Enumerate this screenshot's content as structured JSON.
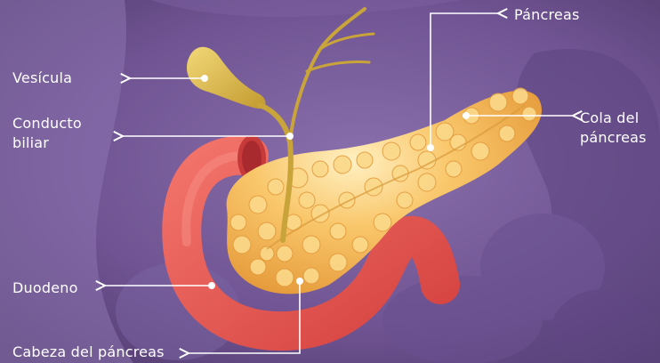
{
  "labels": {
    "pancreas": "Páncreas",
    "gallbladder": "Vesícula",
    "bile_duct": "Conducto\nbiliar",
    "tail": "Cola del\npáncreas",
    "duodenum": "Duodeno",
    "head": "Cabeza del páncreas"
  },
  "colors": {
    "background": "#6a4f8a",
    "pancreas": "#f7b85a",
    "duodenum": "#e8504b",
    "gallbladder": "#e0b84a",
    "bile_duct": "#c9a43a",
    "label_text": "#ffffff",
    "leader_line": "#ffffff"
  }
}
